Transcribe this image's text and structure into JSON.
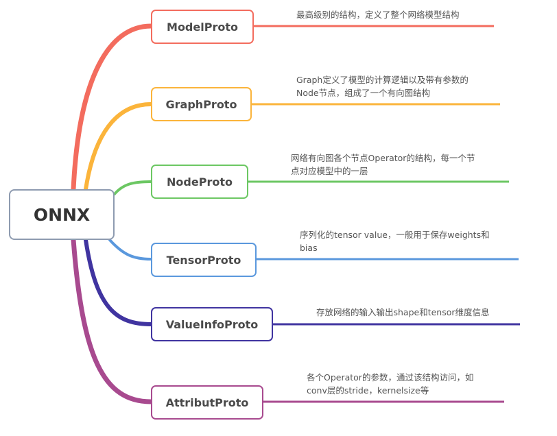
{
  "root": {
    "label": "ONNX",
    "color": "#8e9bb0"
  },
  "branches": [
    {
      "label": "ModelProto",
      "color": "#f36c5e",
      "description": "最高级别的结构，定义了整个网络模型结构"
    },
    {
      "label": "GraphProto",
      "color": "#fbb43b",
      "description": "Graph定义了模型的计算逻辑以及带有参数的\nNode节点，组成了一个有向图结构"
    },
    {
      "label": "NodeProto",
      "color": "#6cc763",
      "description": "网络有向图各个节点Operator的结构，每一个节\n点对应模型中的一层"
    },
    {
      "label": "TensorProto",
      "color": "#5a98dd",
      "description": "序列化的tensor value，一般用于保存weights和\nbias"
    },
    {
      "label": "ValueInfoProto",
      "color": "#4034a0",
      "description": "存放网络的输入输出shape和tensor维度信息"
    },
    {
      "label": "AttributProto",
      "color": "#a84a8f",
      "description": "各个Operator的参数，通过该结构访问，如\nconv层的stride，kernelsize等"
    }
  ]
}
